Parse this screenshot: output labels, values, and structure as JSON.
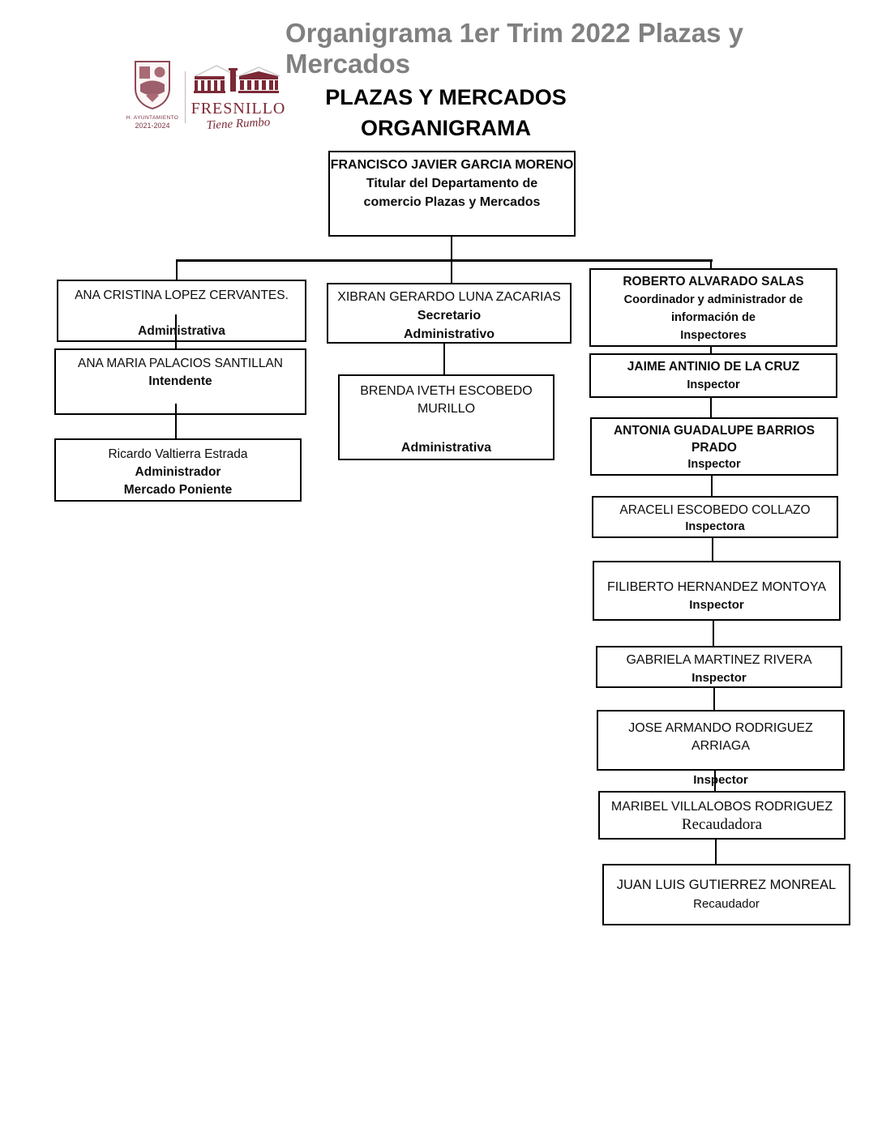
{
  "page": {
    "header_title": "Organigrama 1er Trim 2022 Plazas y Mercados",
    "header_title_color": "#808080",
    "doc_title_line1": "PLAZAS Y MERCADOS",
    "doc_title_line2": "ORGANIGRAMA",
    "logos": {
      "crest_caption_line1": "H. AYUNTAMIENTO",
      "crest_caption_line2": "2021-2024",
      "brand_name": "FRESNILLO",
      "brand_tagline": "Tiene Rumbo",
      "brand_color": "#7b2936"
    }
  },
  "org": {
    "root": {
      "name": "FRANCISCO JAVIER GARCIA MORENO",
      "role": "Titular del Departamento de comercio Plazas y Mercados"
    },
    "left": [
      {
        "name": "ANA CRISTINA LOPEZ CERVANTES.",
        "role": "Administrativa"
      },
      {
        "name": "ANA MARIA PALACIOS SANTILLAN",
        "role": "Intendente"
      },
      {
        "name": "Ricardo Valtierra Estrada",
        "role": "Administrador",
        "role2": "Mercado Poniente"
      }
    ],
    "middle": [
      {
        "name": "XIBRAN GERARDO LUNA ZACARIAS",
        "role": "Secretario",
        "role2": "Administrativo"
      },
      {
        "name": "BRENDA IVETH ESCOBEDO MURILLO",
        "role": "Administrativa"
      }
    ],
    "right": [
      {
        "name": "ROBERTO ALVARADO SALAS",
        "role": "Coordinador y administrador de información de",
        "role2": "Inspectores"
      },
      {
        "name": "JAIME ANTINIO DE LA CRUZ",
        "role": "Inspector"
      },
      {
        "name": "ANTONIA GUADALUPE BARRIOS PRADO",
        "role": "Inspector"
      },
      {
        "name": "ARACELI ESCOBEDO COLLAZO",
        "role": "Inspectora"
      },
      {
        "name": "FILIBERTO HERNANDEZ MONTOYA",
        "role": "Inspector"
      },
      {
        "name": "GABRIELA MARTINEZ RIVERA",
        "role": "Inspector"
      },
      {
        "name": "JOSE ARMANDO RODRIGUEZ ARRIAGA",
        "role": "Inspector"
      },
      {
        "name": "MARIBEL VILLALOBOS RODRIGUEZ",
        "role": "Recaudadora"
      },
      {
        "name": "JUAN LUIS GUTIERREZ MONREAL",
        "role": "Recaudador"
      }
    ]
  }
}
